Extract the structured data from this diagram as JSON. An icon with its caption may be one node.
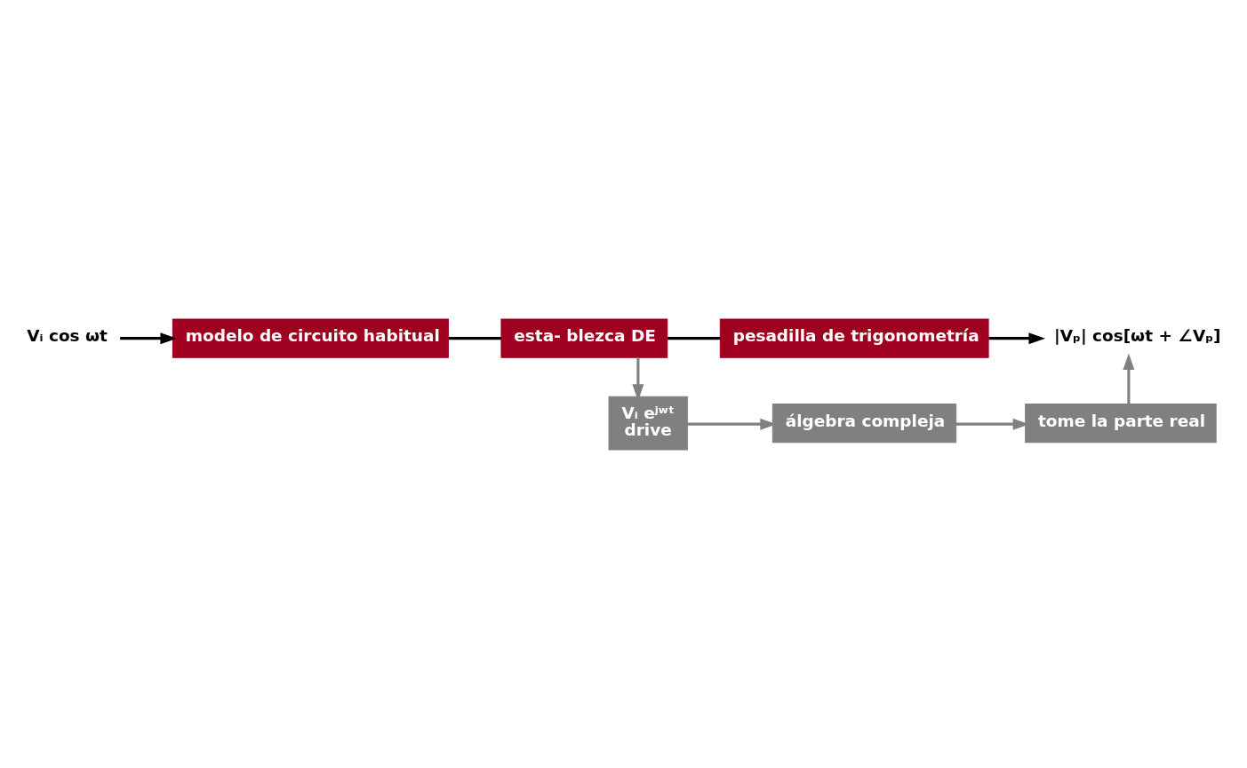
{
  "diagram": {
    "nodes": [
      {
        "text": [
          "Vᵢ cos ωt"
        ]
      },
      {
        "text": [
          "modelo de circuito habitual"
        ]
      },
      {
        "text": [
          "esta- blezca DE"
        ]
      },
      {
        "text": [
          "pesadilla de trigonometría"
        ]
      },
      {
        "text": [
          "|Vₚ| cos[ωt + ∠Vₚ]"
        ]
      },
      {
        "text": [
          "Vᵢ eʲʷᵗ",
          "drive"
        ]
      },
      {
        "text": [
          "álgebra compleja"
        ]
      },
      {
        "text": [
          "tome la parte real"
        ]
      }
    ],
    "edges": [
      {
        "from": 0,
        "to": 1,
        "arrow": "to"
      },
      {
        "from": 1,
        "to": 2,
        "arrow": "none"
      },
      {
        "from": 2,
        "to": 3,
        "arrow": "none"
      },
      {
        "from": 3,
        "to": 4,
        "arrow": "to"
      },
      {
        "from": 2,
        "to": 5,
        "arrow": "to",
        "color": "#808080"
      },
      {
        "from": 5,
        "to": 6,
        "arrow": "to",
        "color": "#808080"
      },
      {
        "from": 6,
        "to": 7,
        "arrow": "to",
        "color": "#808080"
      },
      {
        "from": 7,
        "to": 4,
        "arrow": "to",
        "color": "#808080"
      }
    ]
  }
}
